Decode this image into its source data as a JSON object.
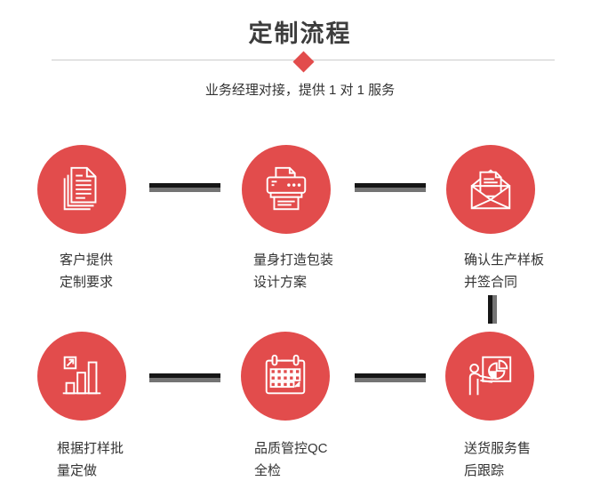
{
  "header": {
    "title": "定制流程",
    "subtitle": "业务经理对接，提供 1 对 1 服务"
  },
  "colors": {
    "accent_red": "#e24c4c",
    "connector_dark": "#161616",
    "connector_gray": "#747474",
    "divider_gray": "#cccccc",
    "title_text": "#3d3d3d",
    "body_text": "#333333",
    "icon_stroke": "#ffffff"
  },
  "steps": [
    {
      "icon": "documents-icon",
      "label": "客户提供\n定制要求"
    },
    {
      "icon": "printer-icon",
      "label": "量身打造包装\n设计方案"
    },
    {
      "icon": "envelope-icon",
      "label": "确认生产样板\n并签合同"
    },
    {
      "icon": "bar-chart-icon",
      "label": "根据打样批\n量定做"
    },
    {
      "icon": "calendar-icon",
      "label": "品质管控QC\n全检"
    },
    {
      "icon": "presentation-icon",
      "label": "送货服务售\n后跟踪"
    }
  ]
}
